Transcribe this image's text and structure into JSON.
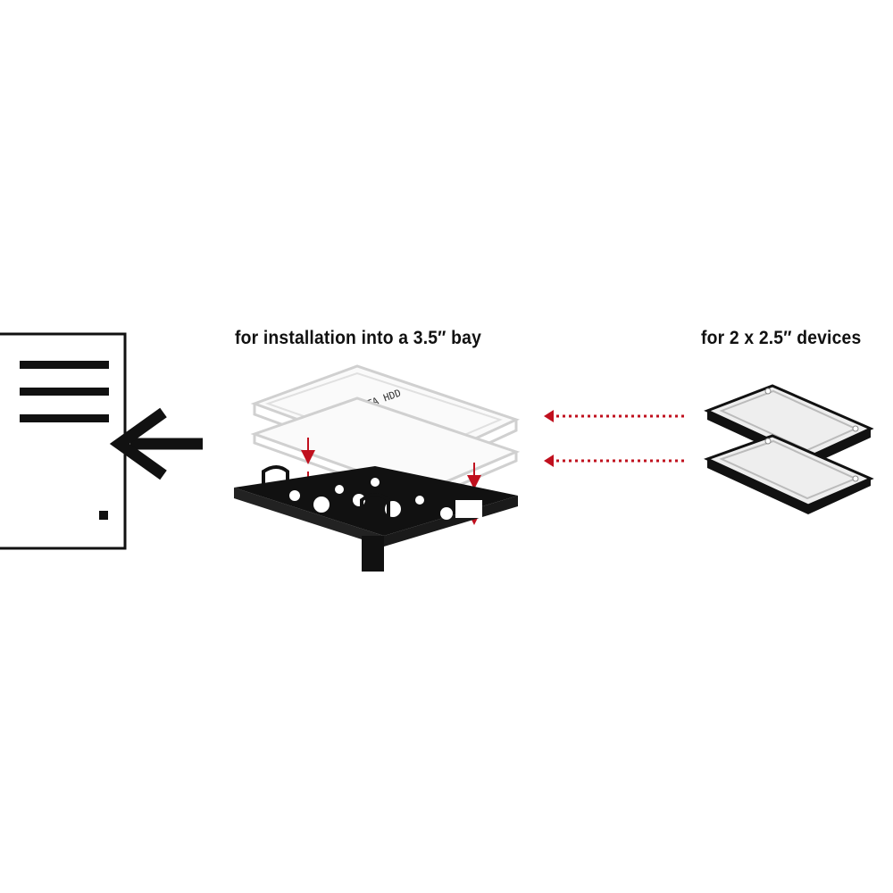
{
  "captions": {
    "bay": "for installation into a 3.5″ bay",
    "devices": "for 2 x 2.5″ devices"
  },
  "drive_label": "2.5 SATA HDD",
  "colors": {
    "stroke": "#111111",
    "accent": "#c0101e",
    "panel": "#ececec"
  },
  "icons": {
    "computer": "pc-tower-icon",
    "insert_arrow": "arrow-left-icon"
  }
}
